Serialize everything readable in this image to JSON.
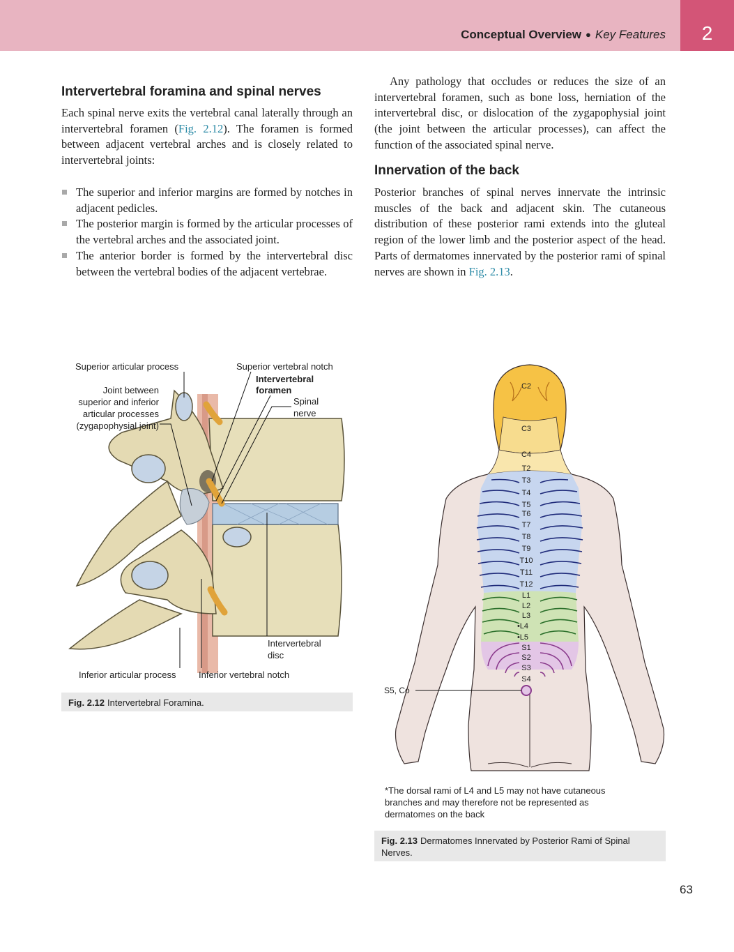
{
  "header": {
    "section": "Conceptual Overview",
    "bullet": "●",
    "subsection": "Key Features",
    "chapter": "2"
  },
  "left_column": {
    "heading": "Intervertebral foramina and spinal nerves",
    "intro_1": "Each spinal nerve exits the vertebral canal laterally through an intervertebral foramen (",
    "intro_link": "Fig. 2.12",
    "intro_2": "). The foramen is formed between adjacent vertebral arches and is closely related to intervertebral joints:",
    "bullets": [
      "The superior and inferior margins are formed by notches in adjacent pedicles.",
      "The posterior margin is formed by the articular processes of the vertebral arches and the associated joint.",
      "The anterior border is formed by the intervertebral disc between the vertebral bodies of the adjacent vertebrae."
    ]
  },
  "right_column": {
    "pathology": "Any pathology that occludes or reduces the size of an intervertebral foramen, such as bone loss, herniation of the intervertebral disc, or dislocation of the zygapophysial joint (the joint between the articular processes), can affect the function of the associated spinal nerve.",
    "heading": "Innervation of the back",
    "body_1": "Posterior branches of spinal nerves innervate the intrinsic muscles of the back and adjacent skin. The cutaneous distribution of these posterior rami extends into the gluteal region of the lower limb and the posterior aspect of the head. Parts of dermatomes innervated by the posterior rami of spinal nerves are shown in ",
    "body_link": "Fig. 2.13",
    "body_2": "."
  },
  "fig212": {
    "labels": {
      "superior_articular_process": "Superior articular process",
      "joint_between": "Joint between",
      "superior_and_inferior": "superior and inferior",
      "articular_processes": "articular processes",
      "zygapophysial": "(zygapophysial joint)",
      "superior_vertebral_notch": "Superior vertebral notch",
      "intervertebral": "Intervertebral",
      "foramen": "foramen",
      "spinal": "Spinal",
      "nerve": "nerve",
      "disc_1": "Intervertebral",
      "disc_2": "disc",
      "inferior_articular_process": "Inferior articular process",
      "inferior_vertebral_notch": "Inferior vertebral notch"
    },
    "caption_num": "Fig. 2.12",
    "caption_text": "Intervertebral Foramina."
  },
  "fig213": {
    "dermatomes": [
      "C2",
      "C3",
      "C4",
      "T2",
      "T3",
      "T4",
      "T5",
      "T6",
      "T7",
      "T8",
      "T9",
      "T10",
      "T11",
      "T12",
      "L1",
      "L2",
      "L3",
      "•L4",
      "•L5",
      "S1",
      "S2",
      "S3",
      "S4"
    ],
    "s5_label": "S5, Co",
    "footnote_1": "*The dorsal rami of L4 and L5 may not have cutaneous",
    "footnote_2": "branches and may therefore not be represented as",
    "footnote_3": "dermatomes on the back",
    "caption_num": "Fig. 2.13",
    "caption_text_1": "Dermatomes Innervated by Posterior Rami of Spinal",
    "caption_text_2": "Nerves.",
    "colors": {
      "cervical": "#f6c245",
      "thoracic": "#c7d6ef",
      "lumbar": "#cfe3b5",
      "sacral": "#e3c6e6",
      "skin": "#efe3df"
    }
  },
  "page_number": "63"
}
